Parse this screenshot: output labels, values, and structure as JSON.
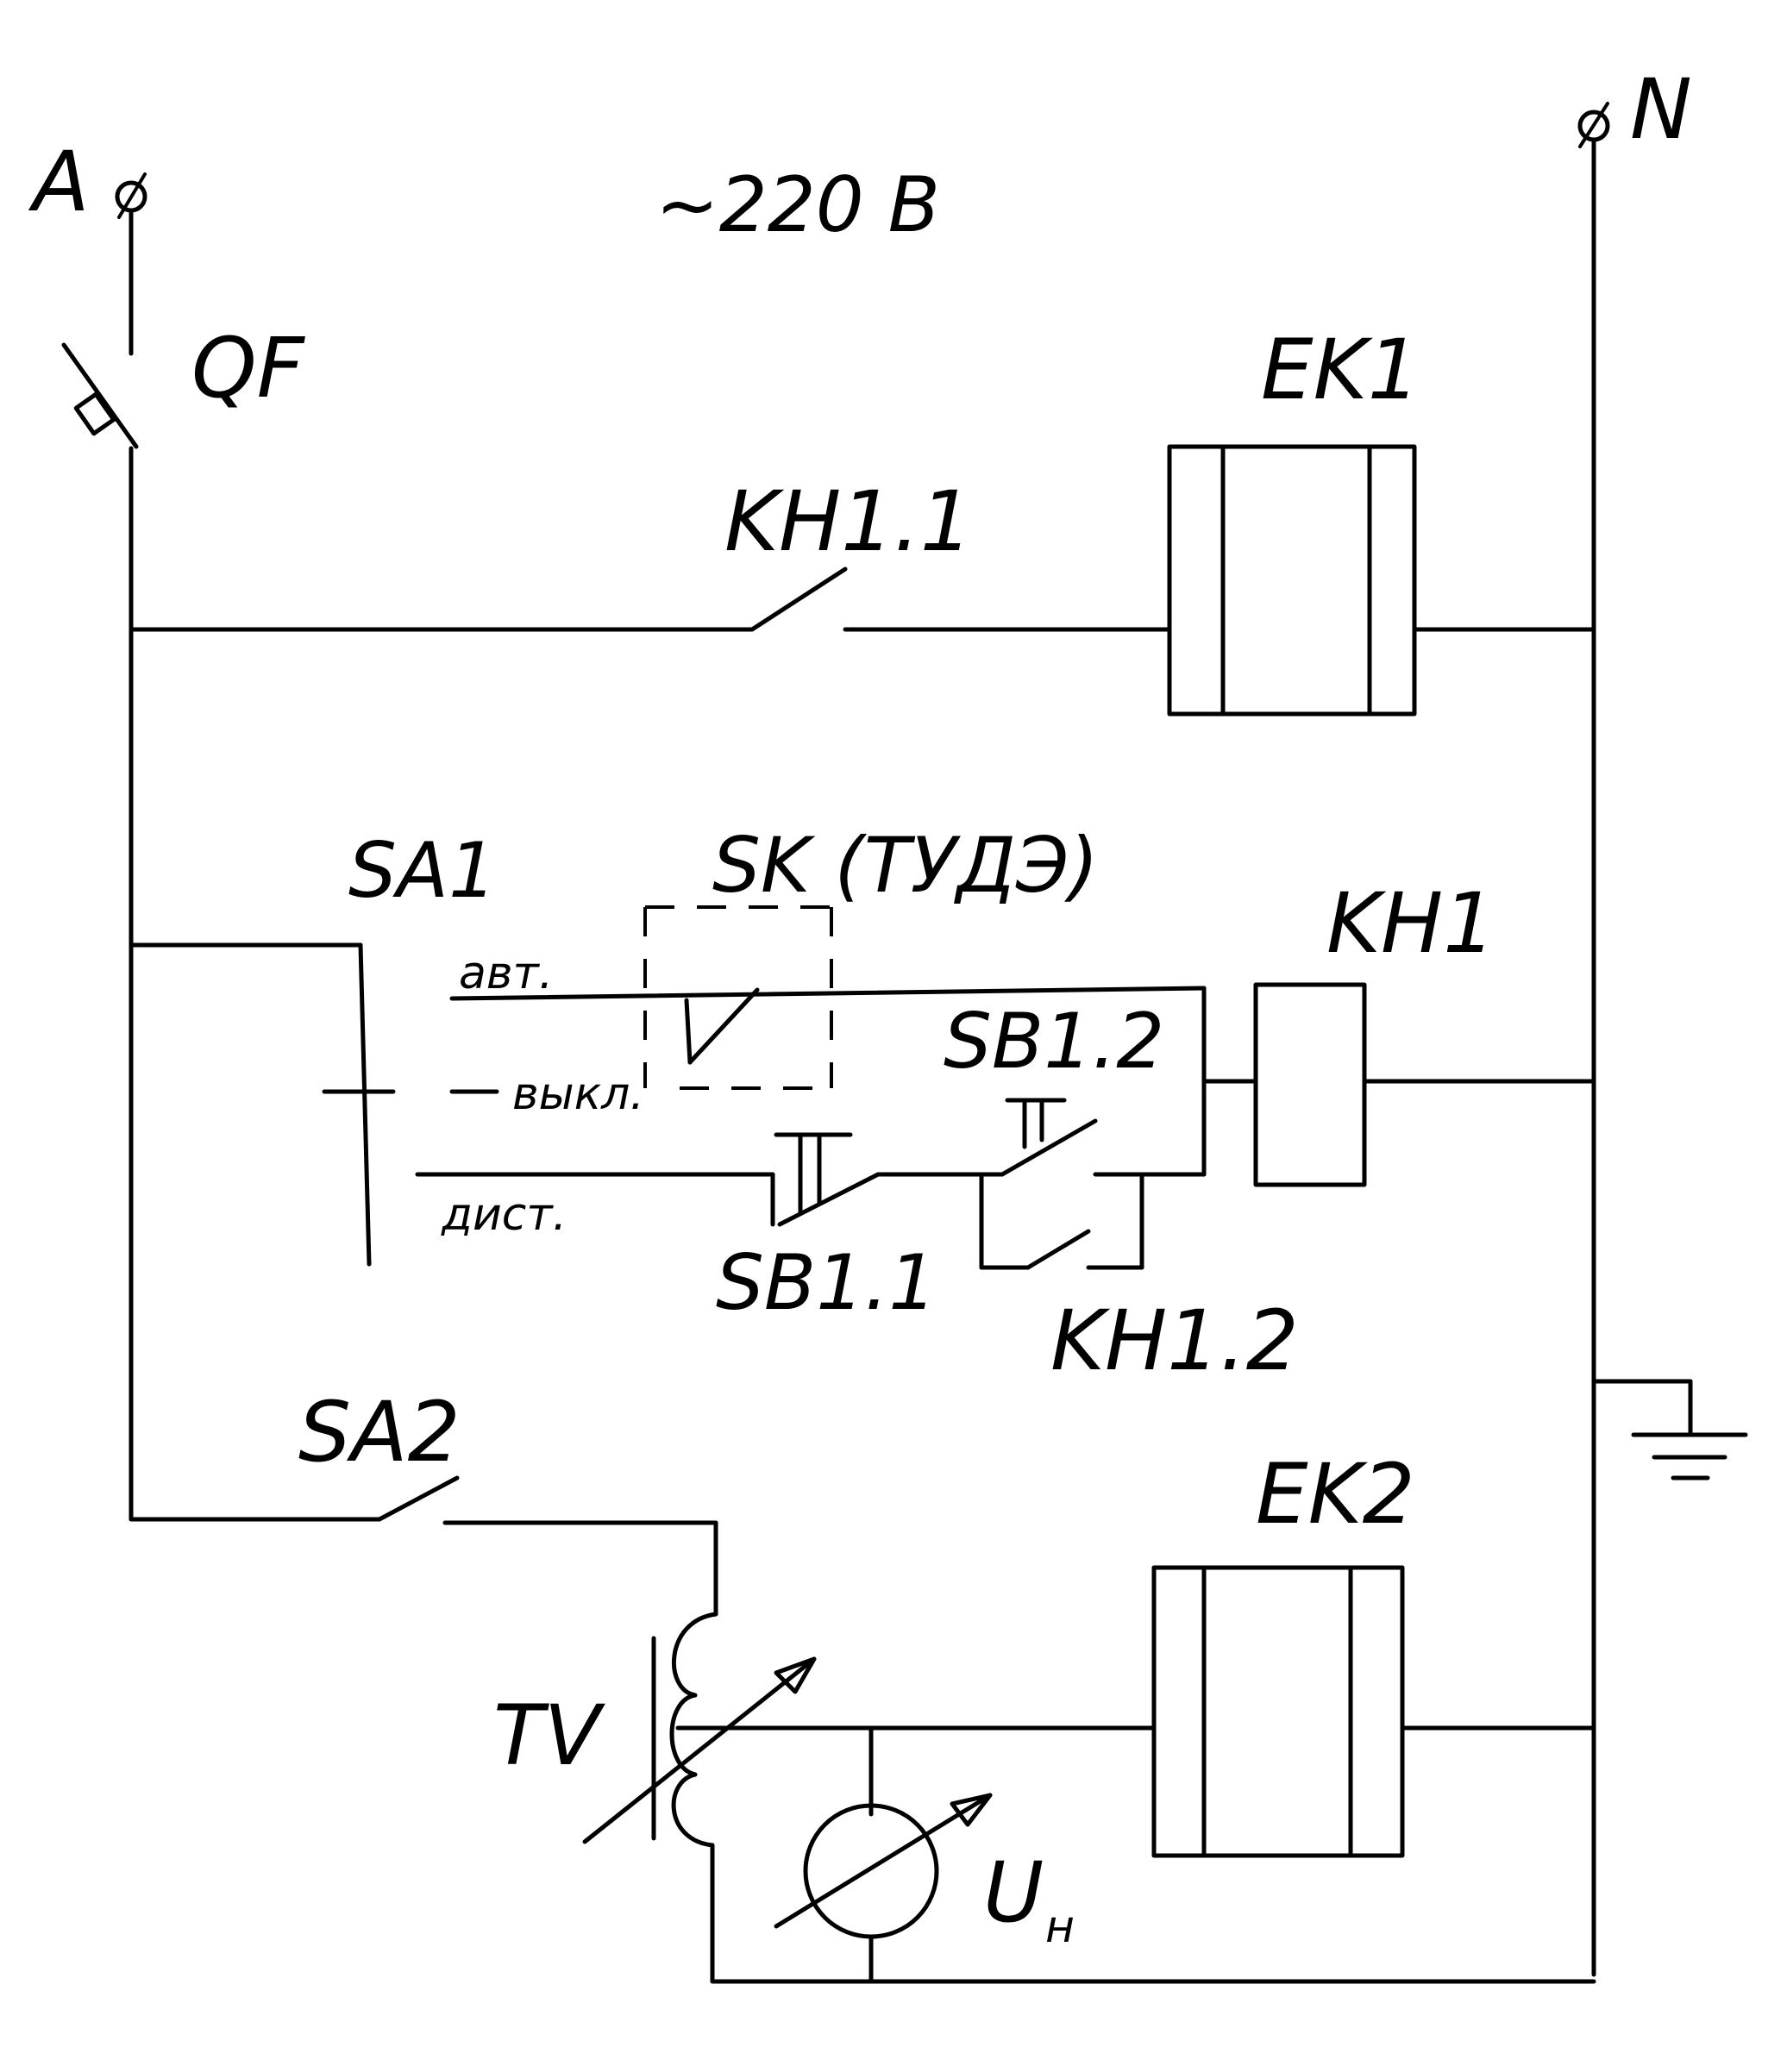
{
  "supply": {
    "phase": "A",
    "neutral": "N",
    "voltage": "~220 В"
  },
  "labels": {
    "qf": "QF",
    "ek1": "EK1",
    "kh1_1": "KH1.1",
    "sa1": "SA1",
    "sk": "SK (ТУДЭ)",
    "kh1": "KH1",
    "sb1_2": "SB1.2",
    "sb1_1": "SB1.1",
    "kh1_2": "KH1.2",
    "sa2": "SA2",
    "ek2": "EK2",
    "tv": "TV",
    "un_main": "U",
    "un_sub": "н"
  },
  "switch_positions": {
    "auto": "авт.",
    "off": "выкл.",
    "remote": "дист."
  }
}
